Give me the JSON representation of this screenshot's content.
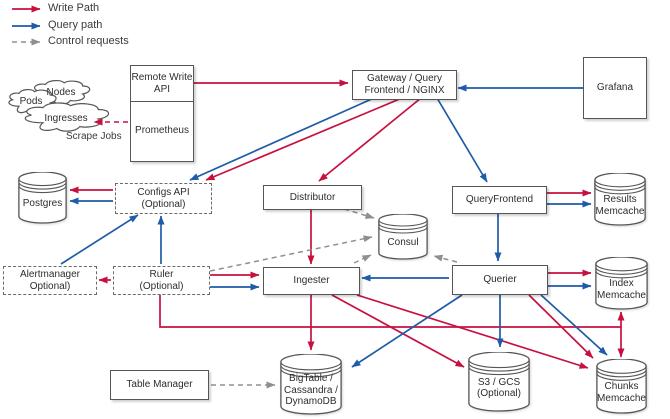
{
  "legend": {
    "items": [
      {
        "id": "write",
        "label": "Write Path"
      },
      {
        "id": "query",
        "label": "Query path"
      },
      {
        "id": "control",
        "label": "Control requests"
      }
    ]
  },
  "colors": {
    "write": "#C81040",
    "query": "#1E5BA8",
    "control": "#8F8F8F",
    "shape_border": "#565656",
    "text": "#2d2d2d"
  },
  "nodes": {
    "remote_write_api": {
      "label": "Remote Write\nAPI"
    },
    "prometheus": {
      "label": "Prometheus"
    },
    "gateway": {
      "label": "Gateway / Query\nFrontend / NGINX"
    },
    "grafana": {
      "label": "Grafana"
    },
    "cloud_nodes": {
      "label": "Nodes"
    },
    "cloud_pods": {
      "label": "Pods"
    },
    "cloud_ingresses": {
      "label": "Ingresses"
    },
    "scrape_jobs": {
      "label": "Scrape Jobs"
    },
    "postgres": {
      "label": "Postgres"
    },
    "configs_api": {
      "label": "Configs API\n(Optional)"
    },
    "distributor": {
      "label": "Distributor"
    },
    "consul": {
      "label": "Consul"
    },
    "query_frontend": {
      "label": "QueryFrontend"
    },
    "results_memcache": {
      "label": "Results\nMemcache"
    },
    "alertmanager": {
      "label": "Alertmanager\nOptional)"
    },
    "ruler": {
      "label": "Ruler\n(Optional)"
    },
    "ingester": {
      "label": "Ingester"
    },
    "querier": {
      "label": "Querier"
    },
    "index_memcache": {
      "label": "Index\nMemcache"
    },
    "table_manager": {
      "label": "Table Manager"
    },
    "bigtable": {
      "label": "BigTable /\nCassandra /\nDynamoDB"
    },
    "s3_gcs": {
      "label": "S3 / GCS\n(Optional)"
    },
    "chunks_memcache": {
      "label": "Chunks\nMemcache"
    }
  }
}
